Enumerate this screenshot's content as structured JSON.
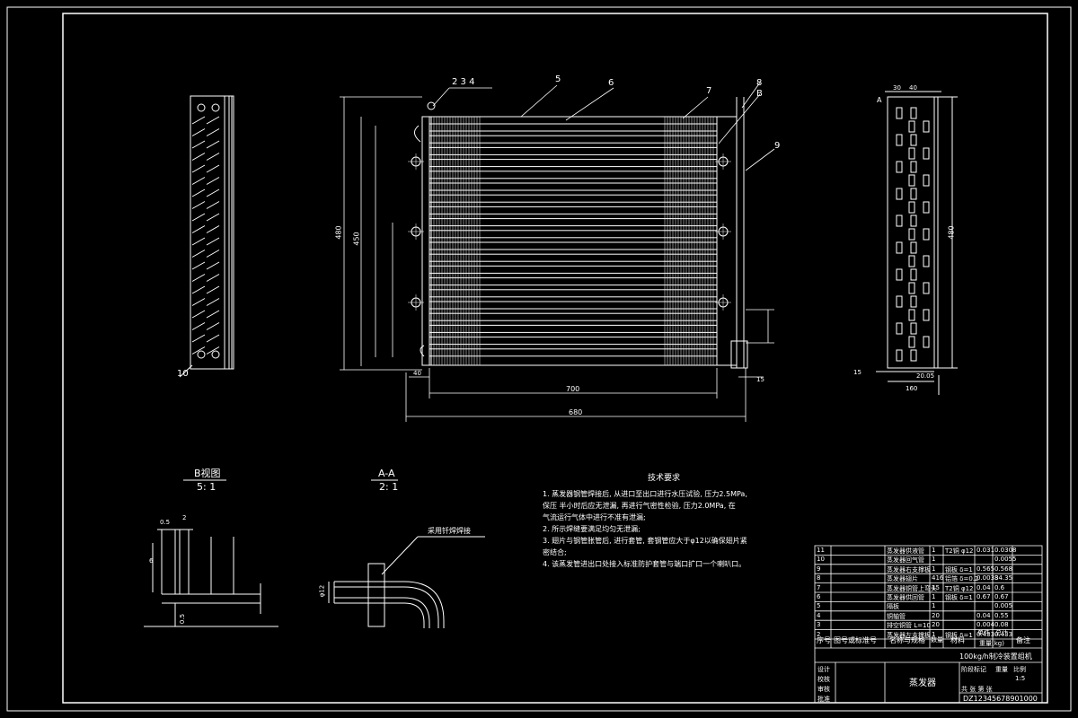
{
  "section_views": {
    "view_b": {
      "title": "B视图",
      "scale": "5: 1",
      "dim_top": "0.5",
      "dim_top2": "2",
      "dim_side": "6",
      "dim_bottom": "0.5"
    },
    "view_a": {
      "title": "A-A",
      "scale": "2: 1",
      "leader": "采用钎焊焊接",
      "dim_side": "φ12"
    }
  },
  "balloons": {
    "b234": "2 3 4",
    "b5": "5",
    "b6": "6",
    "b7": "7",
    "b8": "8",
    "bB": "B",
    "b9": "9",
    "b10": "10",
    "bA": "A"
  },
  "dims": {
    "front_width_outer": "680",
    "front_width_inner": "700",
    "front_height": "480",
    "front_height2": "450",
    "left_offset": "40",
    "right_offset": "15",
    "side_width": "160",
    "side_height": "480",
    "side_top_a": "30",
    "side_top_b": "40",
    "side_bottom": "20.05",
    "side_left": "15"
  },
  "technical_requirements": {
    "heading": "技术要求",
    "items": [
      "1. 蒸发器钢管焊接后, 从进口至出口进行水压试验, 压力2.5MPa,",
      "   保压 半小时后应无泄漏, 再进行气密性检验, 压力2.0MPa, 在",
      "   气流运行气体中进行不准有泄漏;",
      "2. 所示焊缝要满足均匀无泄漏;",
      "3. 翅片与钢管胀管后, 进行套管, 套钢管应大于φ12以确保翅片紧",
      "   密结合;",
      "4. 该蒸发管进出口处接入标准防护套管与端口扩口一个喇叭口。"
    ]
  },
  "title_block": {
    "parts": [
      [
        "11",
        "蒸发器供液管",
        "1",
        "T2铜 φ12",
        "0.031",
        "0.0308"
      ],
      [
        "10",
        "蒸发器回气管",
        "1",
        "",
        "",
        "0.0055"
      ],
      [
        "9",
        "蒸发器右支撑板",
        "1",
        "钢板 δ=1",
        "0.565",
        "0.568"
      ],
      [
        "8",
        "蒸发器翅片",
        "416",
        "铝箔 δ=0.2",
        "0.0038",
        "34.35"
      ],
      [
        "7",
        "蒸发器铜管上弯头",
        "15",
        "T2铜 φ12",
        "0.04",
        "0.6"
      ],
      [
        "6",
        "蒸发器供回管",
        "1",
        "钢板 δ=1",
        "0.67",
        "0.67"
      ],
      [
        "5",
        "隔板",
        "1",
        "",
        "",
        "0.005"
      ],
      [
        "4",
        "铜轴管",
        "20",
        "",
        "0.04",
        "0.55"
      ],
      [
        "3",
        "排空铜管 L=10",
        "20",
        "",
        "0.004",
        "0.08"
      ],
      [
        "2",
        "蒸发器左支撑板",
        "1",
        "钢板 δ=1",
        "0.433",
        "0.433"
      ]
    ],
    "header": [
      "序号",
      "图号或标准号",
      "名称与规格",
      "数量",
      "材料",
      "单件",
      "总计",
      "备注"
    ],
    "weight_note": "重量(kg)",
    "subtitle": "100kg/h制冷装置组机",
    "drawing_name": "蒸发器",
    "roles": [
      "设计",
      "校核",
      "审核",
      "批准"
    ],
    "stage_label": "阶段标记",
    "weight_label": "重量",
    "scale_label": "比例",
    "scale": "1:5",
    "sheet": "共 张 第 张",
    "company": "DZ12345678901000"
  },
  "colors": {
    "background": "#000000",
    "line": "#ffffff",
    "dim": "#ffffff"
  }
}
